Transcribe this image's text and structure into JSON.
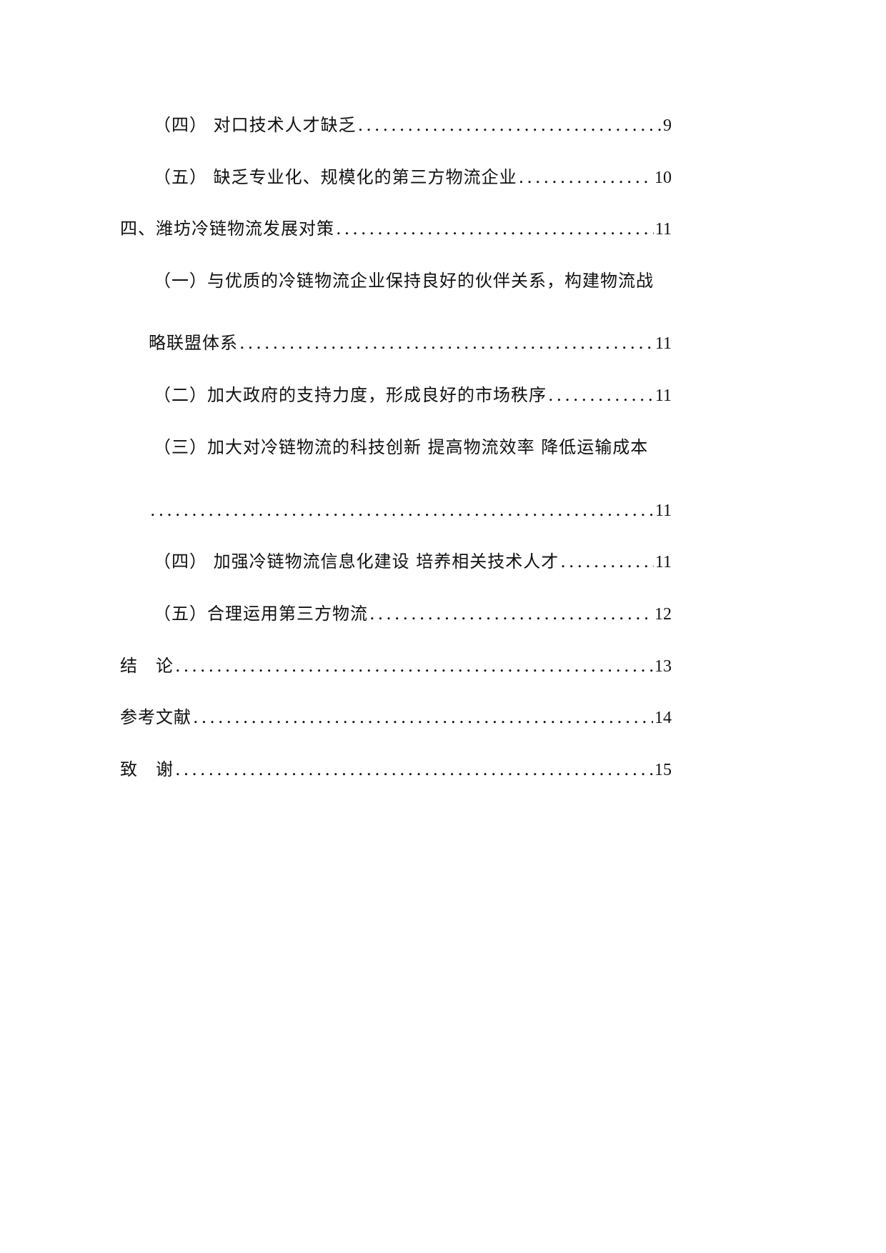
{
  "toc": {
    "entries": [
      {
        "label": "（四） 对口技术人才缺乏",
        "page": "9"
      },
      {
        "label": "（五） 缺乏专业化、规模化的第三方物流企业",
        "page": "10"
      },
      {
        "label": "四、潍坊冷链物流发展对策",
        "page": "11"
      },
      {
        "label": "（一）与优质的冷链物流企业保持良好的伙伴关系，构建物流战",
        "page": ""
      },
      {
        "label": "略联盟体系",
        "page": "11"
      },
      {
        "label": "（二）加大政府的支持力度，形成良好的市场秩序",
        "page": "11"
      },
      {
        "label": "（三）加大对冷链物流的科技创新 提高物流效率 降低运输成本",
        "page": ""
      },
      {
        "label": "",
        "page": "11"
      },
      {
        "label": "（四） 加强冷链物流信息化建设 培养相关技术人才",
        "page": "11"
      },
      {
        "label": "（五）合理运用第三方物流",
        "page": "12"
      },
      {
        "label": "结　论",
        "page": "13"
      },
      {
        "label": "参考文献",
        "page": "14"
      },
      {
        "label": "致　谢",
        "page": "15"
      }
    ]
  }
}
